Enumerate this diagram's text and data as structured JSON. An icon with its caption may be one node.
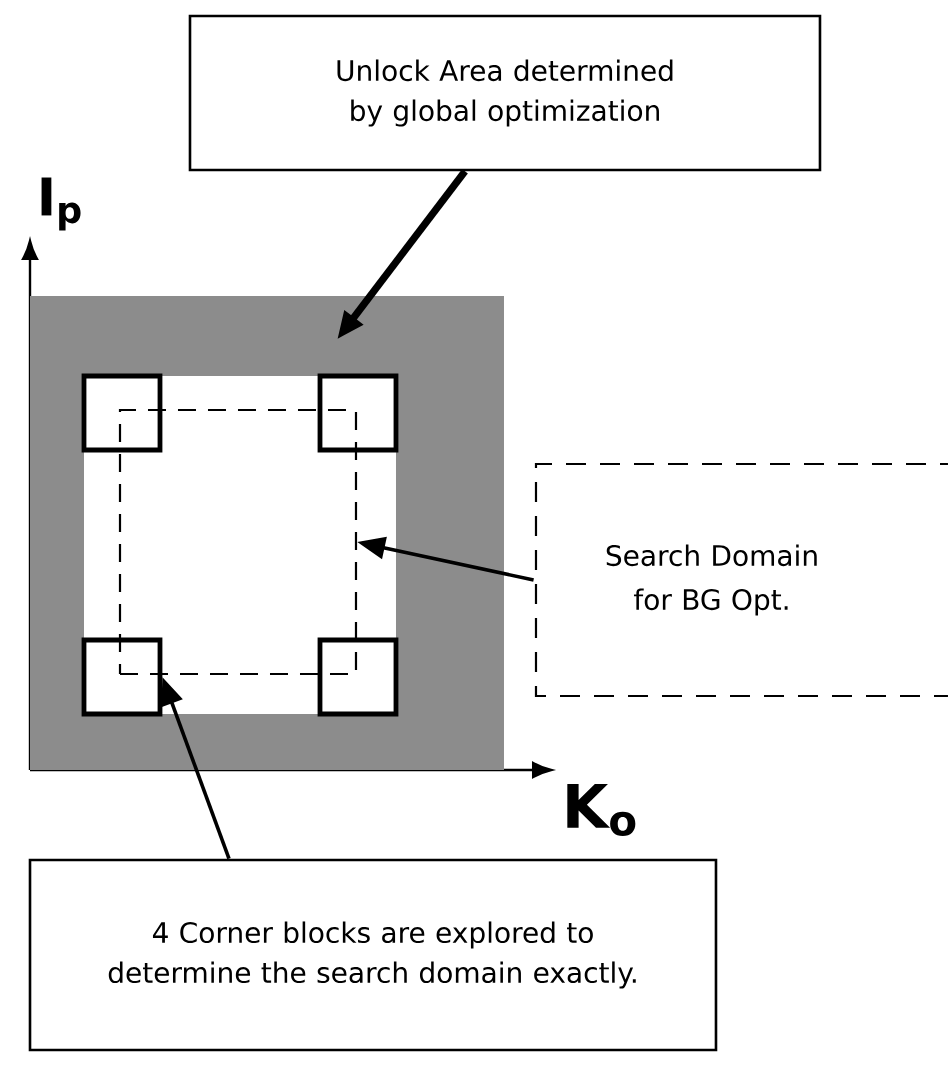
{
  "diagram": {
    "nodes": [
      {
        "text": [
          "Unlock Area determined by global optimization"
        ]
      },
      {
        "text": [],
        "shape": "box"
      },
      {
        "text": [],
        "shape": "box",
        "in": 1
      },
      {
        "text": [],
        "shape": "box",
        "in": 1
      },
      {
        "text": [],
        "shape": "box",
        "in": 1
      },
      {
        "text": [],
        "shape": "box",
        "in": 1
      },
      {
        "text": [],
        "shape": "box",
        "in": 1
      },
      {
        "text": [
          "Search Domain for BG Opt."
        ]
      },
      {
        "text": [
          "4 Corner blocks are explored to determine the search domain exactly."
        ]
      }
    ],
    "edges": [
      {
        "from": 0,
        "to": 1,
        "arrow": "to",
        "style": "thick"
      },
      {
        "from": 7,
        "to": 2,
        "arrow": "to"
      },
      {
        "from": 8,
        "to": 5,
        "arrow": "to"
      }
    ],
    "labels": [
      "I$_{p}$",
      "K$_{o}$"
    ]
  }
}
